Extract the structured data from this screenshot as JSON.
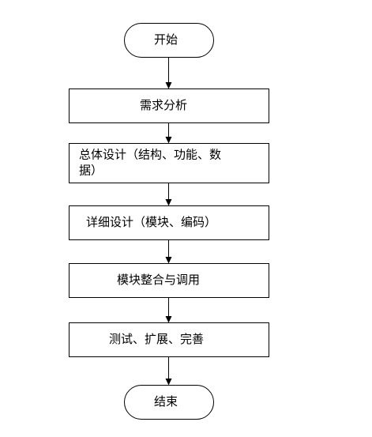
{
  "flowchart": {
    "nodes": [
      {
        "id": "start",
        "shape": "terminal",
        "lines": [
          "开始"
        ]
      },
      {
        "id": "analysis",
        "shape": "process",
        "lines": [
          "需求分析"
        ]
      },
      {
        "id": "overall",
        "shape": "process",
        "lines": [
          "总体设计（结构、功能、数",
          "据）"
        ]
      },
      {
        "id": "detail",
        "shape": "process",
        "lines": [
          "详细设计（模块、编码）"
        ]
      },
      {
        "id": "integrate",
        "shape": "process",
        "lines": [
          "模块整合与调用"
        ]
      },
      {
        "id": "test",
        "shape": "process",
        "lines": [
          "测试、扩展、完善"
        ]
      },
      {
        "id": "end",
        "shape": "terminal",
        "lines": [
          "结束"
        ]
      }
    ],
    "edges": [
      {
        "from": "start",
        "to": "analysis"
      },
      {
        "from": "analysis",
        "to": "overall"
      },
      {
        "from": "overall",
        "to": "detail"
      },
      {
        "from": "detail",
        "to": "integrate"
      },
      {
        "from": "integrate",
        "to": "test"
      },
      {
        "from": "test",
        "to": "end"
      }
    ]
  }
}
